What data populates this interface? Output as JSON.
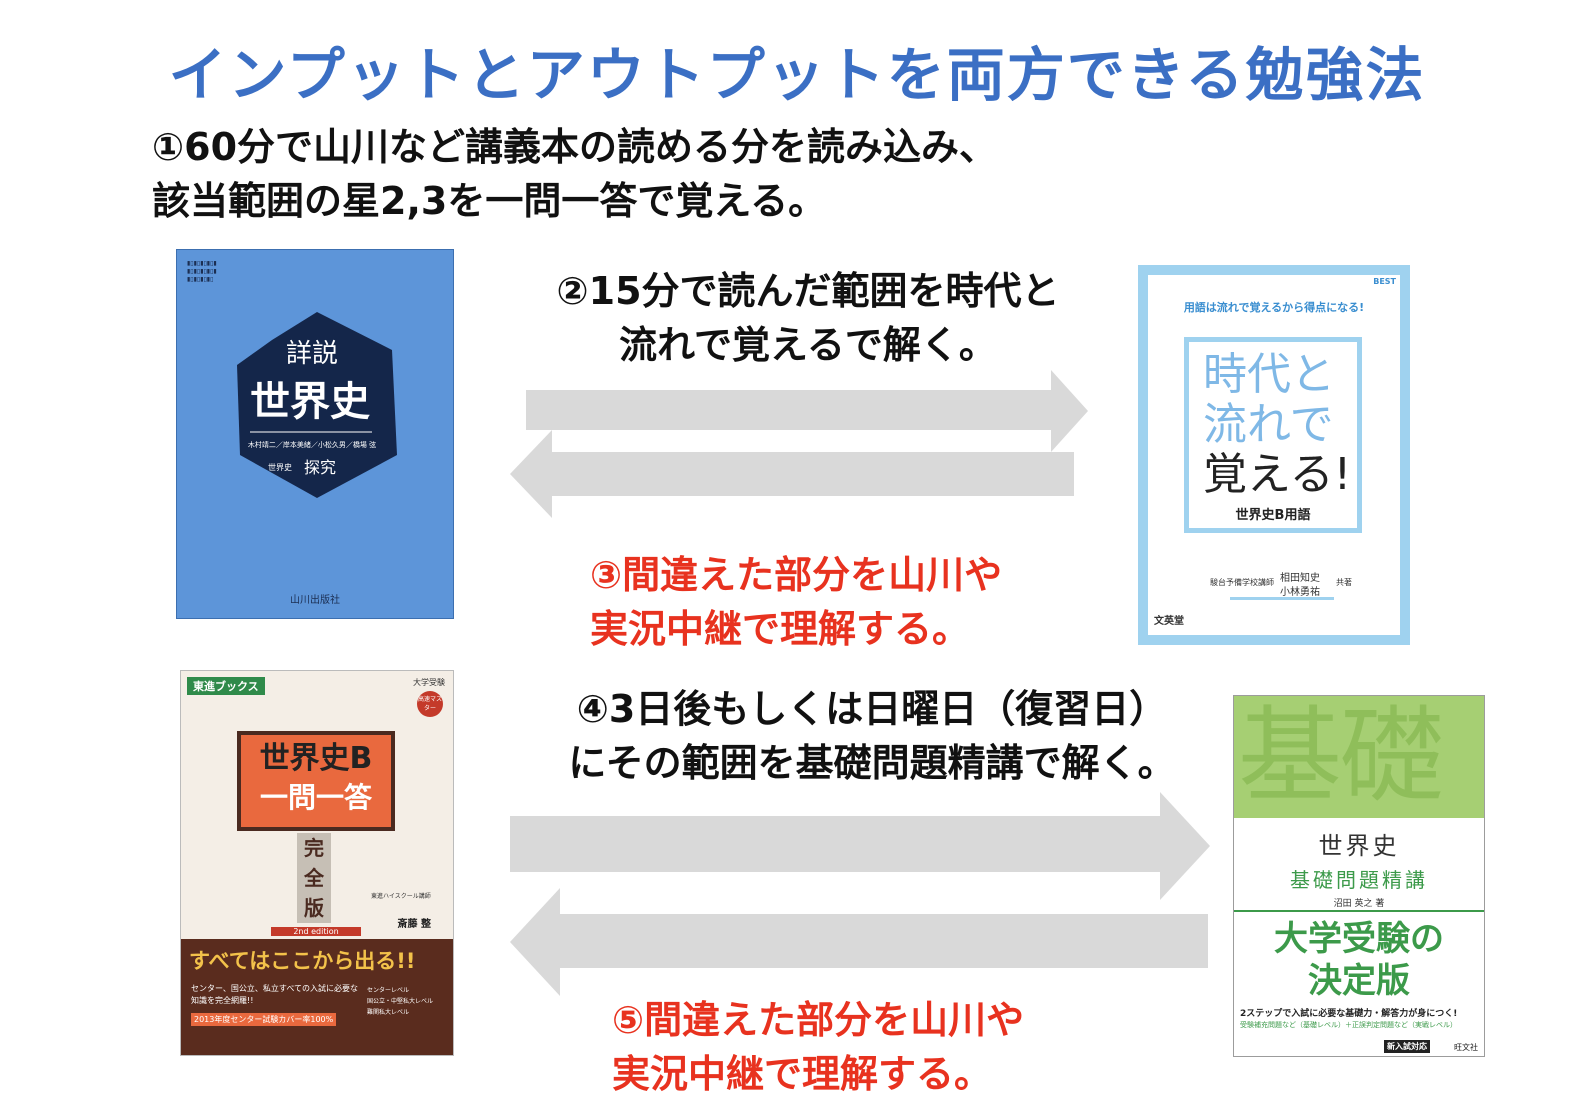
{
  "title": "インプットとアウトプットを両方できる勉強法",
  "step1": {
    "line1": "①60分で山川など講義本の読める分を読み込み、",
    "line2": "該当範囲の星2,3を一問一答で覚える。"
  },
  "step2": {
    "line1": "②15分で読んだ範囲を時代と",
    "line2": "流れで覚えるで解く。"
  },
  "step3": {
    "line1": "③間違えた部分を山川や",
    "line2": "実況中継で理解する。"
  },
  "step4": {
    "line1": "④3日後もしくは日曜日（復習日）",
    "line2": "にその範囲を基礎問題精講で解く。"
  },
  "step5": {
    "line1": "⑤間違えた部分を山川や",
    "line2": "実況中継で理解する。"
  },
  "book1": {
    "title_top": "詳説",
    "title_main": "世界史",
    "authors": "木村靖二／岸本美緒／小松久男／橋場 弦",
    "subtitle_small": "世界史",
    "subtitle": "探究",
    "publisher": "山川出版社"
  },
  "book2": {
    "tagline": "用語は流れで覚えるから得点になる!",
    "title_l1": "時代と",
    "title_l2": "流れで",
    "title_l3": "覚える!",
    "subject": "世界史B用語",
    "author_role": "駿台予備学校講師",
    "author1": "相田知史",
    "author2": "小林勇祐",
    "author_suffix": "共著",
    "publisher": "文英堂",
    "series": "BEST"
  },
  "book3": {
    "series": "東進ブックス",
    "exam": "大学受験",
    "badge": "高速マスター",
    "title_l1": "世界史B",
    "title_l2": "一問一答",
    "complete": [
      "完",
      "全",
      "版"
    ],
    "edition": "2nd edition",
    "author_role": "東進ハイスクール講師",
    "author": "斎藤 整",
    "banner": "すべてはここから出る!!",
    "desc": "センター、国公立、私立すべての入試に必要な知識を完全網羅!!",
    "coverage": "2013年度センター試験カバー率100%",
    "levels": [
      "センターレベル",
      "国公立・中堅私大レベル",
      "難関私大レベル"
    ]
  },
  "book4": {
    "kanji": "基礎",
    "subject": "世界史",
    "title": "基礎問題精講",
    "author": "沼田 英之 著",
    "headline_l1": "大学受験の",
    "headline_l2": "決定版",
    "desc": "2ステップで入試に必要な基礎力・解答力が身につく!",
    "sub": "受験補充問題など（基礎レベル）＋正誤判定問題など（実戦レベル）",
    "badge": "新入試対応",
    "publisher": "旺文社"
  },
  "colors": {
    "title": "#3b6fc4",
    "red": "#e8321f",
    "arrow": "#d9d9d9"
  }
}
